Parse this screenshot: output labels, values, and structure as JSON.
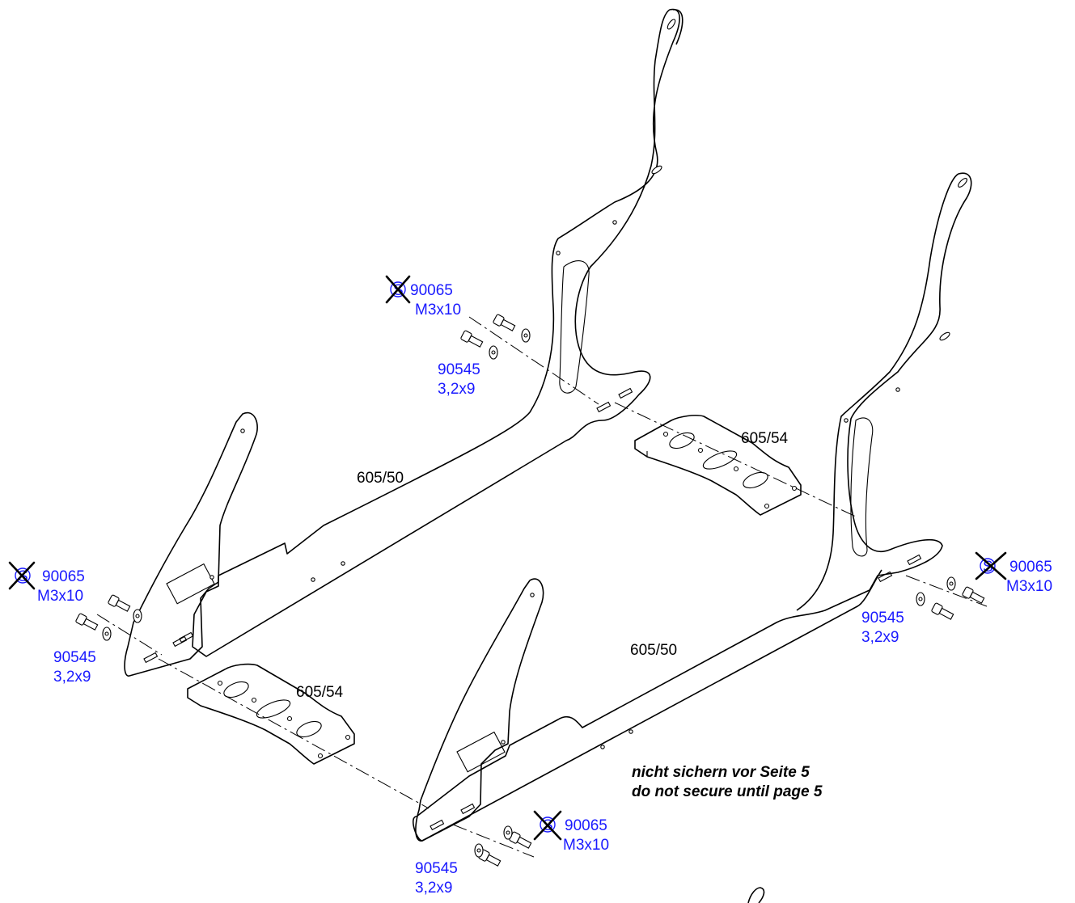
{
  "labels": {
    "side_panel_back": "605/50",
    "side_panel_front": "605/50",
    "cross_bar_back": "605/54",
    "cross_bar_front": "605/54"
  },
  "fasteners": {
    "screw_top": {
      "marker": "S",
      "part": "90065",
      "size": "M3x10"
    },
    "washer_top": {
      "part": "90545",
      "size": "3,2x9"
    },
    "screw_left": {
      "marker": "S",
      "part": "90065",
      "size": "M3x10"
    },
    "washer_left": {
      "part": "90545",
      "size": "3,2x9"
    },
    "screw_right": {
      "marker": "S",
      "part": "90065",
      "size": "M3x10"
    },
    "washer_right": {
      "part": "90545",
      "size": "3,2x9"
    },
    "screw_bottom": {
      "marker": "S",
      "part": "90065",
      "size": "M3x10"
    },
    "washer_bottom": {
      "part": "90545",
      "size": "3,2x9"
    }
  },
  "note": {
    "line1": "nicht sichern vor Seite 5",
    "line2": "do not secure until page 5"
  },
  "colors": {
    "callout": "#1a1aff",
    "line": "#000000"
  }
}
